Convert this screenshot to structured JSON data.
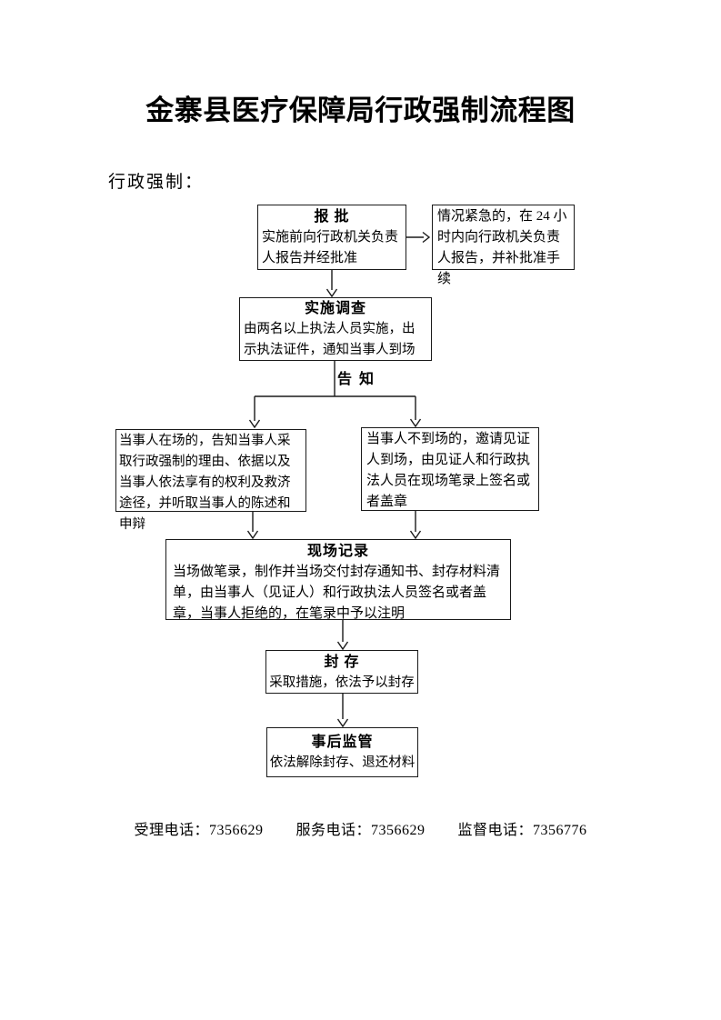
{
  "page": {
    "title": "金寨县医疗保障局行政强制流程图",
    "section_label": "行政强制："
  },
  "flow": {
    "approval": {
      "title": "报 批",
      "body": "实施前向行政机关负责人报告并经批准"
    },
    "urgent": {
      "body": "情况紧急的，在 24 小时内向行政机关负责人报告，并补批准手续"
    },
    "investigation": {
      "title": "实施调查",
      "body": "由两名以上执法人员实施，出示执法证件，通知当事人到场"
    },
    "notify_label": "告 知",
    "present": {
      "body": "当事人在场的，告知当事人采取行政强制的理由、依据以及当事人依法享有的权利及救济途径，并听取当事人的陈述和申辩"
    },
    "absent": {
      "body": "当事人不到场的，邀请见证人到场，由见证人和行政执法人员在现场笔录上签名或者盖章"
    },
    "record": {
      "title": "现场记录",
      "body": "当场做笔录，制作并当场交付封存通知书、封存材料清单，由当事人（见证人）和行政执法人员签名或者盖章，当事人拒绝的，在笔录中予以注明"
    },
    "seal": {
      "title": "封 存",
      "body": "采取措施，依法予以封存"
    },
    "supervision": {
      "title": "事后监管",
      "body": "依法解除封存、退还材料"
    }
  },
  "footer": {
    "acceptance_phone": "受理电话：7356629",
    "service_phone": "服务电话：7356629",
    "supervision_phone": "监督电话：7356776"
  },
  "colors": {
    "text": "#000000",
    "line": "#1a1a1a",
    "background": "#ffffff"
  }
}
